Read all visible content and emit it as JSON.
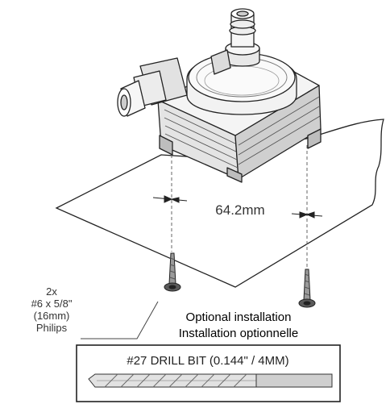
{
  "dimension": {
    "label": "64.2mm"
  },
  "screw_callout": {
    "lines": [
      "2x",
      "#6 x 5/8\"",
      "(16mm)",
      "Philips"
    ]
  },
  "installation": {
    "line_en": "Optional installation",
    "line_fr": "Installation optionnelle"
  },
  "drill_bit": {
    "label": "#27 DRILL BIT (0.144\" / 4MM)"
  },
  "colors": {
    "line": "#222222",
    "text": "#333333",
    "shade": "#d8d8d8"
  }
}
